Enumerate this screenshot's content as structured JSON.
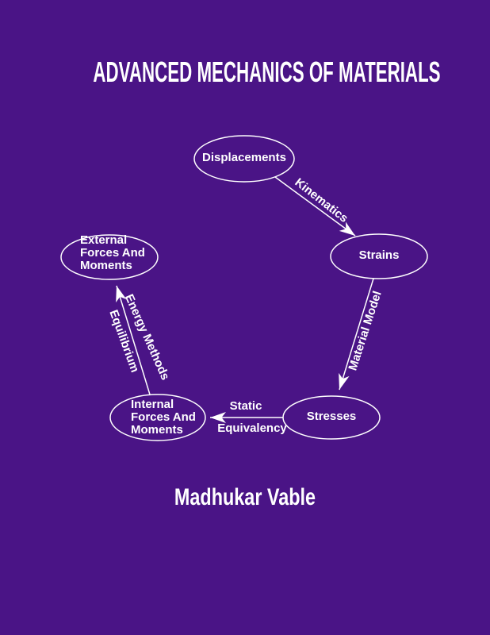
{
  "cover": {
    "title": "ADVANCED MECHANICS OF MATERIALS",
    "author": "Madhukar Vable"
  },
  "colors": {
    "background": "#4A1486",
    "foreground": "#FFFFFF"
  },
  "diagram": {
    "nodes": {
      "displacements": {
        "label": "Displacements"
      },
      "strains": {
        "label": "Strains"
      },
      "stresses": {
        "label": "Stresses"
      },
      "internal_forces": {
        "lines": [
          "Internal",
          "Forces And",
          "Moments"
        ]
      },
      "external_forces": {
        "lines": [
          "External",
          "Forces And",
          "Moments"
        ]
      }
    },
    "edges": {
      "kinematics": {
        "label": "Kinematics",
        "from": "Displacements",
        "to": "Strains"
      },
      "material_model": {
        "label": "Material Model",
        "from": "Strains",
        "to": "Stresses"
      },
      "static_equivalency": {
        "lines": [
          "Static",
          "Equivalency"
        ],
        "from": "Stresses",
        "to": "Internal Forces And Moments"
      },
      "energy_methods": {
        "label": "Energy Methods",
        "from": "Internal Forces And Moments",
        "to": "External Forces And Moments"
      },
      "equilibrium": {
        "label": "Equilibrium",
        "from": "Internal Forces And Moments",
        "to": "External Forces And Moments"
      }
    }
  }
}
